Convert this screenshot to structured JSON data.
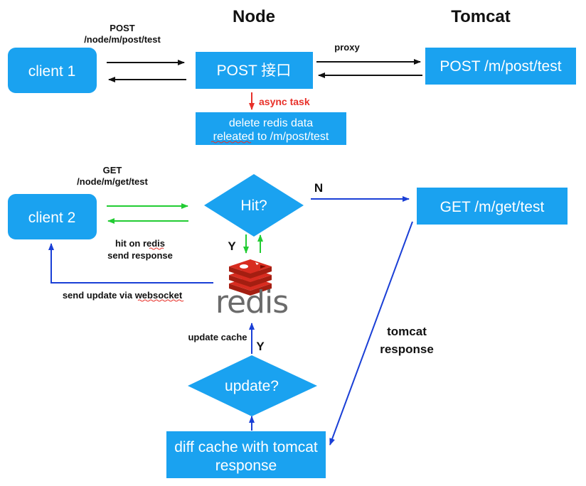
{
  "colors": {
    "box": "#1aa2f0",
    "black_arrow": "#111111",
    "green_arrow": "#22cc33",
    "blue_arrow": "#1a3fd6",
    "red_arrow": "#e8312a",
    "redis_red": "#d82c20"
  },
  "columns": {
    "node": "Node",
    "tomcat": "Tomcat"
  },
  "nodes": {
    "client1": "client 1",
    "post_api": "POST 接口",
    "tomcat_post": "POST /m/post/test",
    "delete_line1": "delete redis data",
    "delete_line2": "releated to /m/post/test",
    "client2": "client 2",
    "hit_decision": "Hit?",
    "tomcat_get": "GET /m/get/test",
    "redis_logo_text": "redis",
    "update_decision": "update?",
    "diff_line1": "diff cache with tomcat",
    "diff_line2": "response"
  },
  "edges": {
    "post_method": "POST",
    "post_path": "/node/m/post/test",
    "proxy": "proxy",
    "async_task": "async task",
    "get_method": "GET",
    "get_path": "/node/m/get/test",
    "no": "N",
    "yes_hit": "Y",
    "hit_line1": "hit on redis",
    "hit_line2": "send response",
    "send_update": "send update via websocket",
    "tomcat_resp_line1": "tomcat",
    "tomcat_resp_line2": "response",
    "update_cache": "update cache",
    "yes_update": "Y"
  }
}
